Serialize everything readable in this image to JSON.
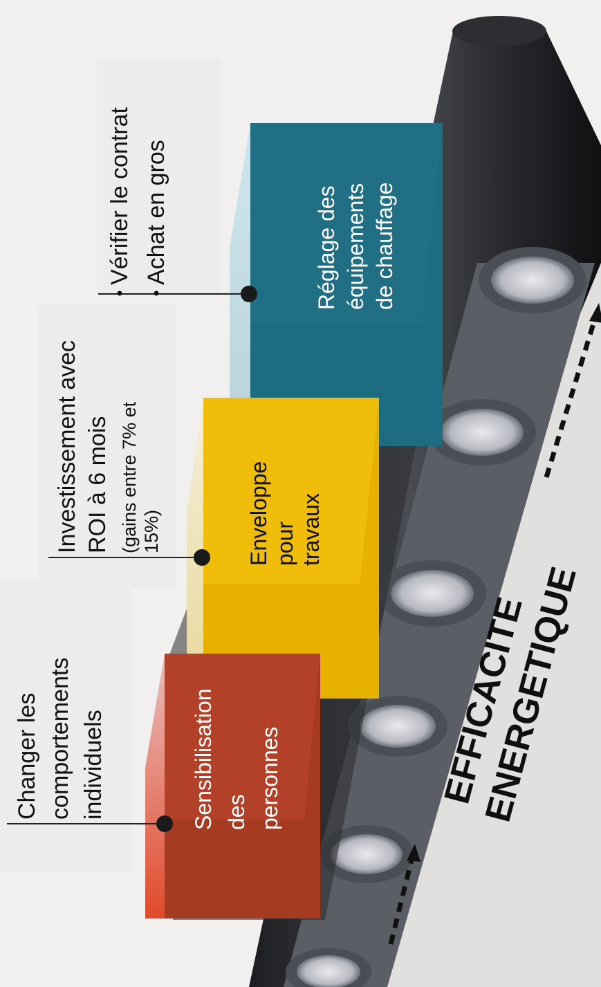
{
  "boxes": {
    "sensibilisation": [
      "Sensibilisation",
      "des",
      "personnes"
    ],
    "enveloppe": [
      "Enveloppe",
      "pour",
      "travaux"
    ],
    "reglage": [
      "Réglage des",
      "équipements",
      "de chauffage"
    ]
  },
  "notes": {
    "comportements": [
      "Changer les",
      "comportements",
      "individuels"
    ],
    "investissement_main": [
      "Investissement avec",
      "ROI à 6 mois"
    ],
    "investissement_sub": [
      "(gains entre 7% et",
      "15%)"
    ],
    "contrat": [
      "Vérifier le contrat",
      "Achat en gros"
    ]
  },
  "banner": [
    "EFFICACITE",
    "ENERGETIQUE"
  ],
  "colors": {
    "red_box": "#a63b22",
    "yellow_box": "#e6b100",
    "teal_box": "#1e6c82",
    "pipe": "#3a3d42",
    "background": "#f2f0ee"
  }
}
